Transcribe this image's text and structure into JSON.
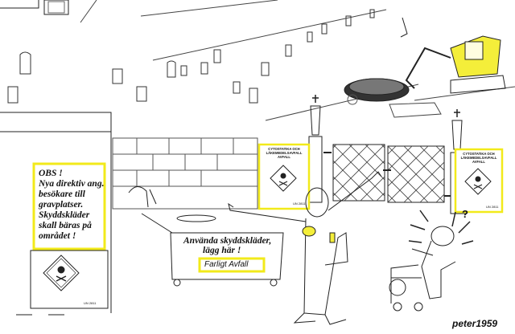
{
  "obs_sign": {
    "lines": [
      "OBS !",
      "Nya direktiv ang.",
      "besökare till",
      "gravplatser.",
      "Skyddskläder",
      "skall bäras på",
      "området !"
    ],
    "un_code": "UN 2811"
  },
  "cytostatic_labels": [
    {
      "title_lines": [
        "CYTOSTATIKA OCH",
        "LÄKEMEDELSAVFALL",
        "AVFALL"
      ],
      "un_code": "UN 2811"
    },
    {
      "title_lines": [
        "CYTOSTATIKA OCH",
        "LÄKEMEDELSAVFALL",
        "AVFALL"
      ],
      "un_code": "UN 2811"
    }
  ],
  "bin": {
    "lines": [
      "Använda skyddskläder,",
      "lägg här !"
    ],
    "label": "Farligt Avfall"
  },
  "question_mark": "?",
  "signature": "peter1959",
  "colors": {
    "sign_border": "#f2ea1a",
    "ink": "#111111",
    "hazard_yellow": "#f4ee3a"
  },
  "icons": [
    "skull-crossbones-icon",
    "hazard-diamond-icon",
    "cross-icon",
    "lantern-icon"
  ]
}
